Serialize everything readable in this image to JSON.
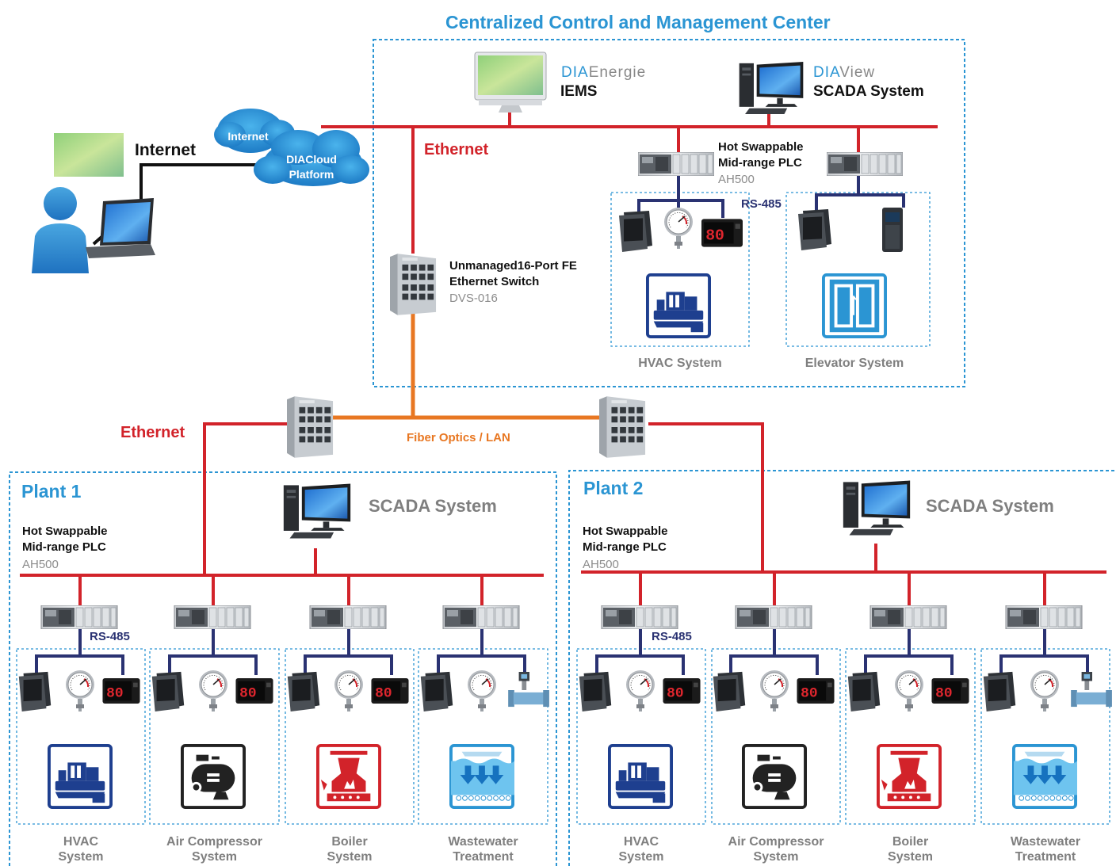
{
  "center": {
    "title": "Centralized Control and Management Center",
    "diaenergie": {
      "prefix": "DIA",
      "suffix": "Energie",
      "product": "IEMS"
    },
    "diaview": {
      "prefix": "DIA",
      "suffix": "View",
      "product": "SCADA System"
    },
    "ethernet_label": "Ethernet",
    "plc_label_line1": "Hot Swappable",
    "plc_label_line2": "Mid-range PLC",
    "plc_model": "AH500",
    "rs485_label": "RS-485",
    "switch_label_line1": "Unmanaged16-Port FE",
    "switch_label_line2": "Ethernet Switch",
    "switch_model": "DVS-016",
    "systems": [
      "HVAC System",
      "Elevator System"
    ]
  },
  "internet": {
    "label": "Internet",
    "cloud_small": "Internet",
    "cloud_main_line1": "DIACloud",
    "cloud_main_line2": "Platform"
  },
  "backbone": {
    "ethernet_label": "Ethernet",
    "fiber_label": "Fiber Optics / LAN"
  },
  "plants": [
    {
      "title": "Plant 1",
      "scada_label": "SCADA System",
      "plc_label_line1": "Hot Swappable",
      "plc_label_line2": "Mid-range PLC",
      "plc_model": "AH500",
      "rs485_label": "RS-485",
      "systems": [
        {
          "line1": "HVAC",
          "line2": "System"
        },
        {
          "line1": "Air Compressor",
          "line2": "System"
        },
        {
          "line1": "Boiler",
          "line2": "System"
        },
        {
          "line1": "Wastewater",
          "line2": "Treatment"
        }
      ]
    },
    {
      "title": "Plant 2",
      "scada_label": "SCADA System",
      "plc_label_line1": "Hot Swappable",
      "plc_label_line2": "Mid-range PLC",
      "plc_model": "AH500",
      "rs485_label": "RS-485",
      "systems": [
        {
          "line1": "HVAC",
          "line2": "System"
        },
        {
          "line1": "Air Compressor",
          "line2": "System"
        },
        {
          "line1": "Boiler",
          "line2": "System"
        },
        {
          "line1": "Wastewater",
          "line2": "Treatment"
        }
      ]
    }
  ],
  "colors": {
    "ethernet": "#d2232a",
    "fiber": "#e87722",
    "rs485": "#2a3272",
    "frame": "#2b95d3",
    "icon_blue": "#1e3f8f",
    "icon_red": "#d2232a",
    "icon_dark": "#222222",
    "icon_cyan": "#2b95d3"
  },
  "icons": [
    "monitor-icon",
    "desktop-computer-icon",
    "laptop-icon",
    "user-icon",
    "cloud-icon",
    "ethernet-switch-icon",
    "plc-icon",
    "hmi-panel-icon",
    "pressure-gauge-icon",
    "digital-display-icon",
    "flow-meter-icon",
    "inverter-drive-icon",
    "hvac-chiller-icon",
    "air-compressor-icon",
    "boiler-icon",
    "wastewater-icon",
    "elevator-icon"
  ]
}
